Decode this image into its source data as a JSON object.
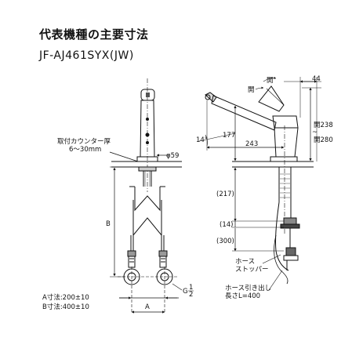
{
  "title": "代表機種の主要寸法",
  "model": "JF-AJ461SYX(JW)",
  "front": {
    "counter_label_1": "取付カウンター厚",
    "counter_label_2": "6～30mm",
    "phi": "φ59",
    "dim_b": "B",
    "dim_a": "A",
    "g_main": "G",
    "g_frac_num": "1",
    "g_frac_den": "2",
    "a_spec": "A寸法:200±10",
    "b_spec": "B寸法:400±10"
  },
  "side": {
    "open1": "開",
    "open2": "開",
    "dim_44": "44",
    "dim_238": "開238",
    "dim_280": "開280",
    "dim_14deg": "14°",
    "dim_177": "177",
    "dim_243": "243",
    "dim_217": "(217)",
    "dim_14": "(14)",
    "dim_300": "(300)",
    "hose_stopper_1": "ホース",
    "hose_stopper_2": "ストッパー",
    "hose_pull_1": "ホース引き出し",
    "hose_pull_2": "長さL=400"
  }
}
